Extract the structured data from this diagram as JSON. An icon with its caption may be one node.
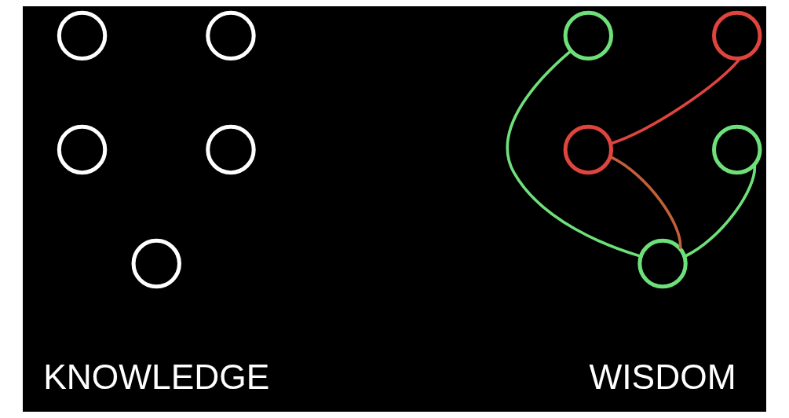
{
  "diagram": {
    "nodes": [
      {
        "text": [],
        "shape": "circle"
      },
      {
        "text": [],
        "shape": "circle"
      },
      {
        "text": [],
        "shape": "circle"
      },
      {
        "text": [],
        "shape": "circle"
      },
      {
        "text": [],
        "shape": "circle"
      },
      {
        "text": [],
        "shape": "circle"
      },
      {
        "text": [],
        "shape": "circle"
      },
      {
        "text": [],
        "shape": "circle"
      },
      {
        "text": [],
        "shape": "circle"
      },
      {
        "text": [],
        "shape": "circle"
      }
    ],
    "edges": [
      {
        "from": 5,
        "to": 9,
        "arrow": "none"
      },
      {
        "from": 6,
        "to": 7,
        "arrow": "none",
        "color": "#e0443e"
      },
      {
        "from": 7,
        "to": 9,
        "arrow": "none",
        "color": "#c0603a"
      },
      {
        "from": 8,
        "to": 9,
        "arrow": "none"
      }
    ],
    "labels": [
      "KNOWLEDGE",
      "WISDOM"
    ]
  }
}
